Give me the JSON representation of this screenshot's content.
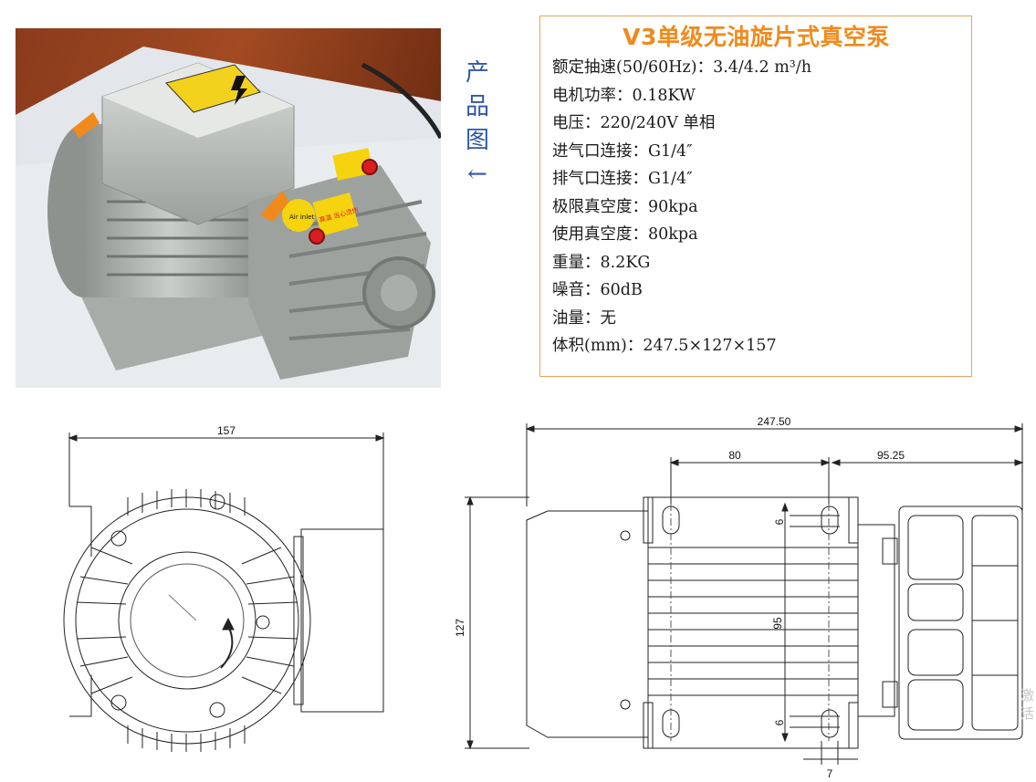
{
  "caption": {
    "chars": [
      "产",
      "品",
      "图"
    ],
    "arrow": "←"
  },
  "spec": {
    "title": "V3单级无油旋片式真空泵",
    "lines": [
      "额定抽速(50/60Hz)：3.4/4.2 m³/h",
      "电机功率：0.18KW",
      "电压：220/240V 单相",
      "进气口连接：G1/4″",
      "排气口连接：G1/4″",
      "极限真空度：90kpa",
      "使用真空度：80kpa",
      "重量：8.2KG",
      "噪音：60dB",
      "油量：无",
      "体积(mm)：247.5×127×157"
    ]
  },
  "photo": {
    "label_air_inlet": "Air inlet",
    "label_warning": "高温 当心烫伤"
  },
  "drawing_left": {
    "dim_width": "157"
  },
  "drawing_right": {
    "dim_total_length": "247.50",
    "dim_left_span": "80",
    "dim_right_span": "95.25",
    "dim_height": "127",
    "dim_hole_spacing": "95",
    "dim_hole_offset_top": "6",
    "dim_hole_offset_bottom": "6",
    "dim_hole_width": "7"
  },
  "watermark": "激活"
}
